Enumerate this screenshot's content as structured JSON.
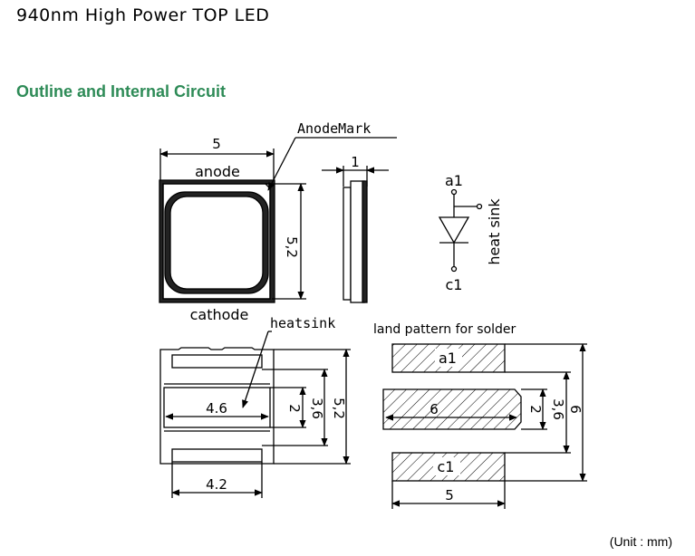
{
  "title": "940nm High Power TOP LED",
  "heading": "Outline and Internal Circuit",
  "unit_note": "(Unit : mm)",
  "accent_color": "#2e8b57",
  "top_view": {
    "anode_label": "anode",
    "cathode_label": "cathode",
    "width_dim": "5",
    "height_dim": "5,2",
    "anode_mark_label": "AnodeMark"
  },
  "side_view": {
    "thickness_dim": "1"
  },
  "circuit": {
    "anode_pin": "a1",
    "cathode_pin": "c1",
    "heatsink_label": "heat sink"
  },
  "bottom_view": {
    "heatsink_label": "heatsink",
    "pad_width_dim": "4.6",
    "lead_width_dim": "4.2",
    "heatsink_height_dim": "2",
    "inner_height_dim": "3,6",
    "outer_height_dim": "5,2"
  },
  "land_pattern": {
    "title": "land pattern for solder",
    "pad_a_label": "a1",
    "pad_c_label": "c1",
    "center_width_dim": "6",
    "center_height_dim": "2",
    "inner_height_dim": "3,6",
    "outer_height_dim": "6",
    "width_dim": "5"
  }
}
